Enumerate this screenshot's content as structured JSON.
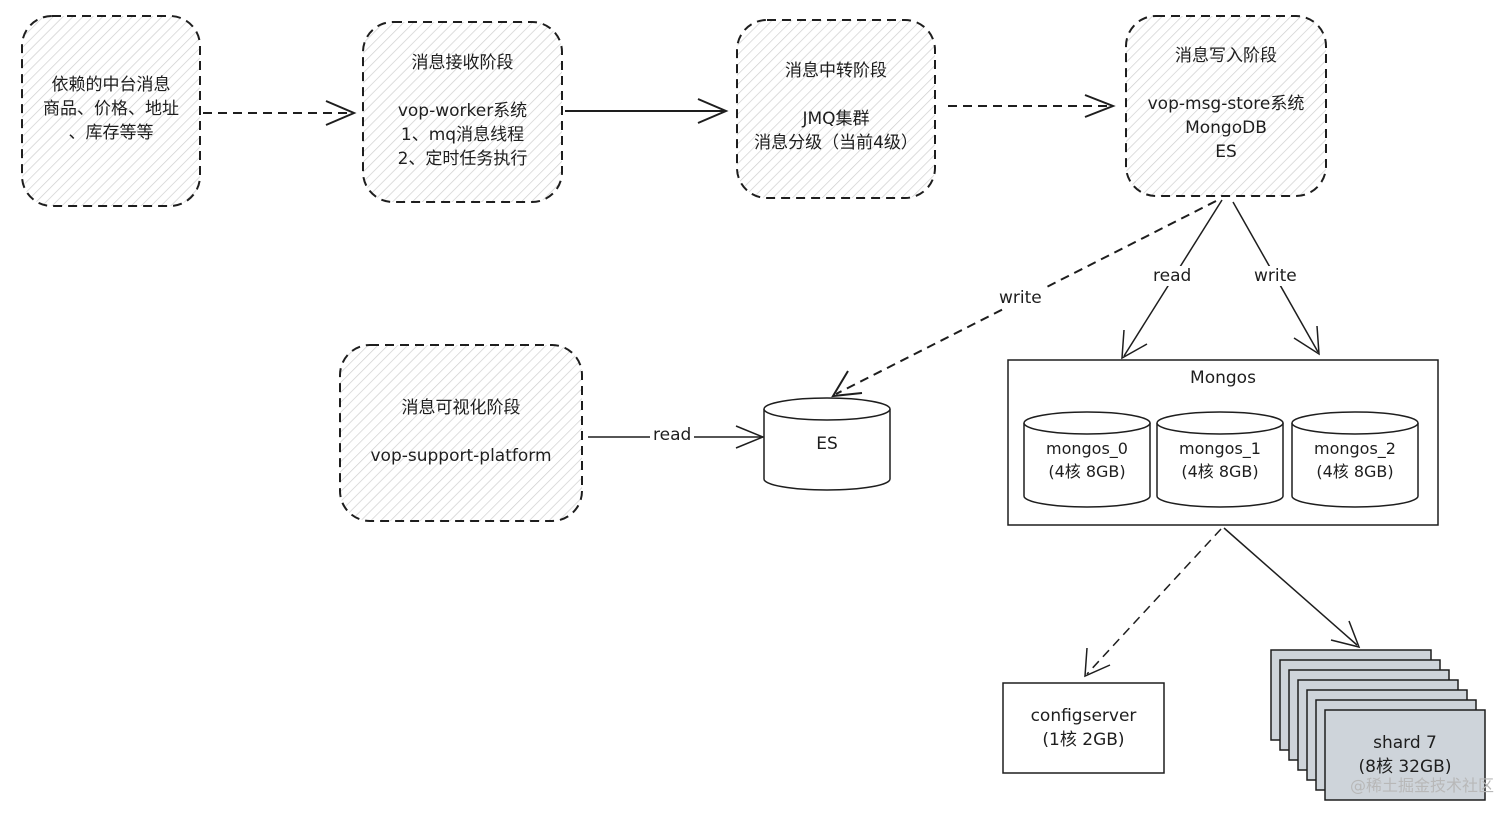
{
  "stages": {
    "source": {
      "lines": [
        "依赖的中台消息",
        "商品、价格、地址",
        "、库存等等"
      ]
    },
    "receive": {
      "title": "消息接收阶段",
      "lines": [
        "vop-worker系统",
        "1、mq消息线程",
        "2、定时任务执行"
      ]
    },
    "relay": {
      "title": "消息中转阶段",
      "lines": [
        "JMQ集群",
        "消息分级（当前4级）"
      ]
    },
    "write": {
      "title": "消息写入阶段",
      "lines": [
        "vop-msg-store系统",
        "MongoDB",
        "ES"
      ]
    },
    "visual": {
      "title": "消息可视化阶段",
      "lines": [
        "vop-support-platform"
      ]
    }
  },
  "es_db": {
    "label": "ES"
  },
  "mongos_cluster": {
    "title": "Mongos",
    "nodes": [
      {
        "name": "mongos_0",
        "spec": "(4核 8GB)"
      },
      {
        "name": "mongos_1",
        "spec": "(4核 8GB)"
      },
      {
        "name": "mongos_2",
        "spec": "(4核 8GB)"
      }
    ]
  },
  "configserver": {
    "name": "configserver",
    "spec": "(1核 2GB)"
  },
  "shard": {
    "name": "shard 7",
    "spec": "(8核 32GB)"
  },
  "edge_labels": {
    "write_to_es": "write",
    "read_mongos": "read",
    "write_mongos": "write",
    "read_es": "read"
  },
  "watermark": "@稀土掘金技术社区",
  "colors": {
    "stroke": "#1e1e1e",
    "hatch": "#c8c8c8",
    "shard_fill": "#ced4da",
    "cyl_fill": "#ffffff"
  }
}
